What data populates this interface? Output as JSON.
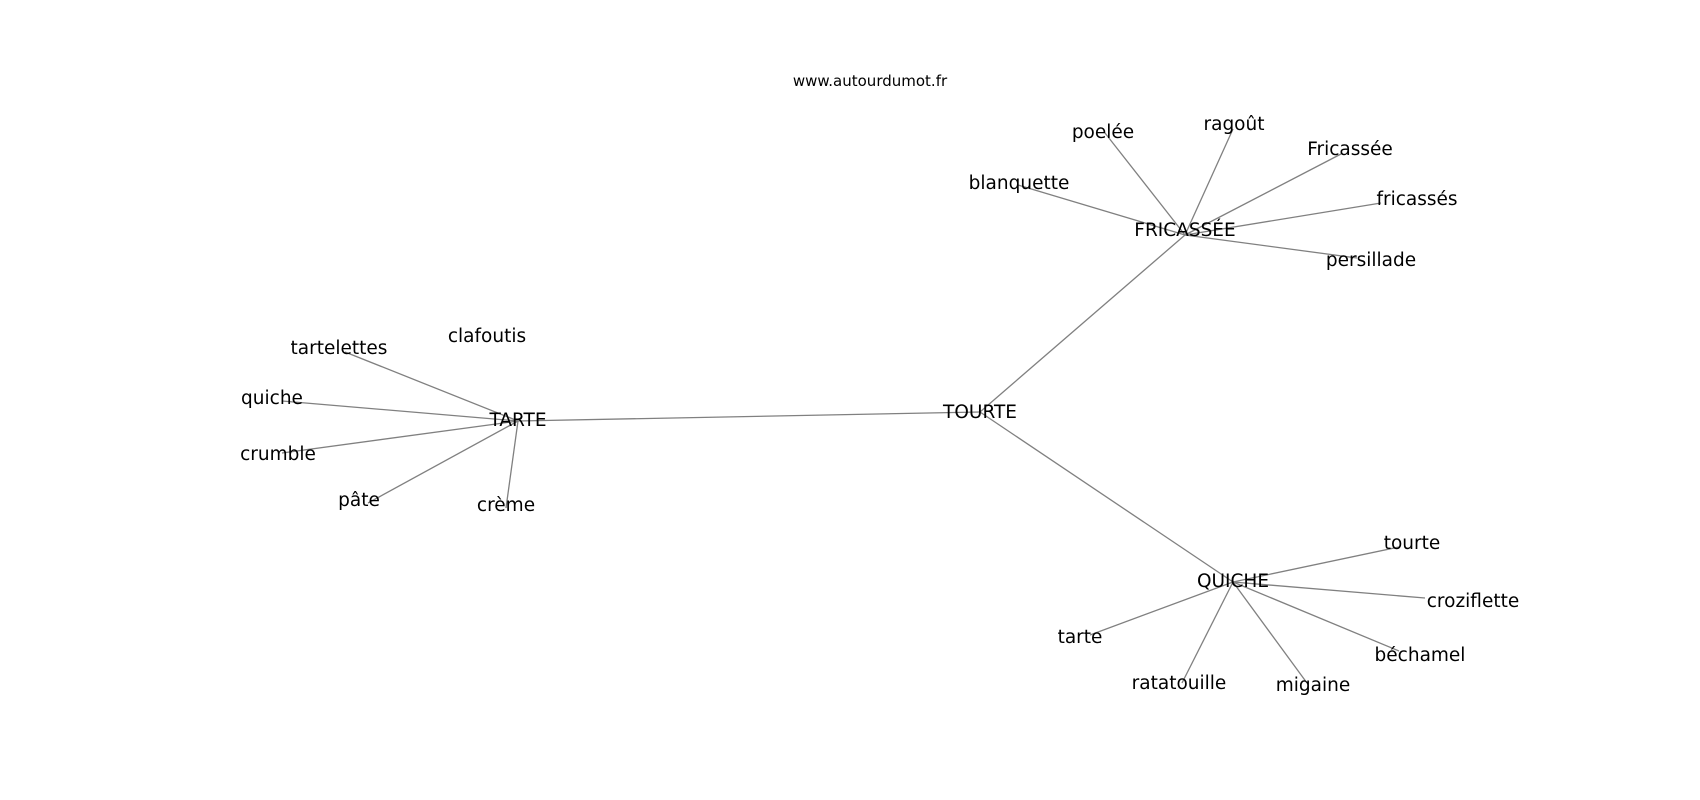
{
  "source": "www.autourdumot.fr",
  "graph": {
    "center": "TOURTE",
    "hubs": [
      {
        "word": "TARTE",
        "related": [
          "clafoutis",
          "tartelettes",
          "quiche",
          "crumble",
          "pâte",
          "crème"
        ]
      },
      {
        "word": "FRICASSÉE",
        "related": [
          "poelée",
          "ragoût",
          "Fricassée",
          "blanquette",
          "fricassés",
          "persillade"
        ]
      },
      {
        "word": "QUICHE",
        "related": [
          "tourte",
          "croziflette",
          "tarte",
          "béchamel",
          "ratatouille",
          "migaine"
        ]
      }
    ]
  },
  "colors": {
    "edge": "#808080",
    "text": "#000000",
    "background": "#ffffff"
  }
}
